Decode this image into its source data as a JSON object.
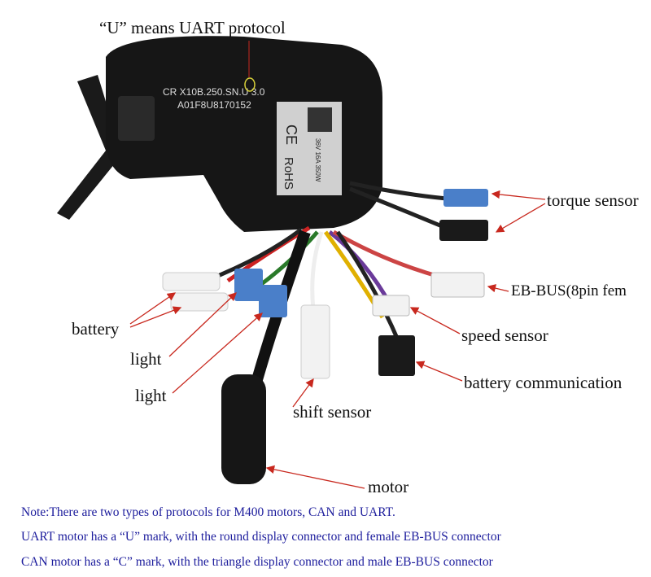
{
  "title": "“U” means UART protocol",
  "device": {
    "model_line": "CR X10B.250.SN.U 3.0",
    "serial_line": "A01F8U8170152",
    "label_marks": [
      "CE",
      "RoHS",
      "36V 16A 350W"
    ]
  },
  "labels": {
    "torque_sensor": "torque sensor",
    "eb_bus": "EB-BUS(8pin fem",
    "speed_sensor": "speed sensor",
    "battery_communication": "battery communication",
    "battery": "battery",
    "light_1": "light",
    "light_2": "light",
    "shift_sensor": "shift sensor",
    "motor": "motor"
  },
  "notes": [
    "Note:There are two types of protocols for M400 motors, CAN and UART.",
    "UART motor has a “U” mark, with the round display connector and female EB-BUS connector",
    "CAN motor has a “C” mark, with the triangle display connector and male EB-BUS connector"
  ],
  "colors": {
    "arrow": "#c8281e",
    "note_text": "#1c1c9c",
    "highlight": "#d9d23a"
  }
}
